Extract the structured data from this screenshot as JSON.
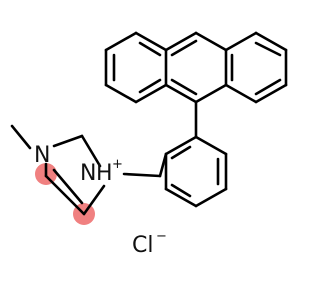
{
  "molecule": {
    "atoms": {
      "n1": "N",
      "n3": "H",
      "n3_charge": "+",
      "counterion": "Cl",
      "counterion_charge": "−"
    },
    "colors": {
      "bond": "#000000",
      "text": "#111111",
      "highlight": "#f08080"
    }
  }
}
